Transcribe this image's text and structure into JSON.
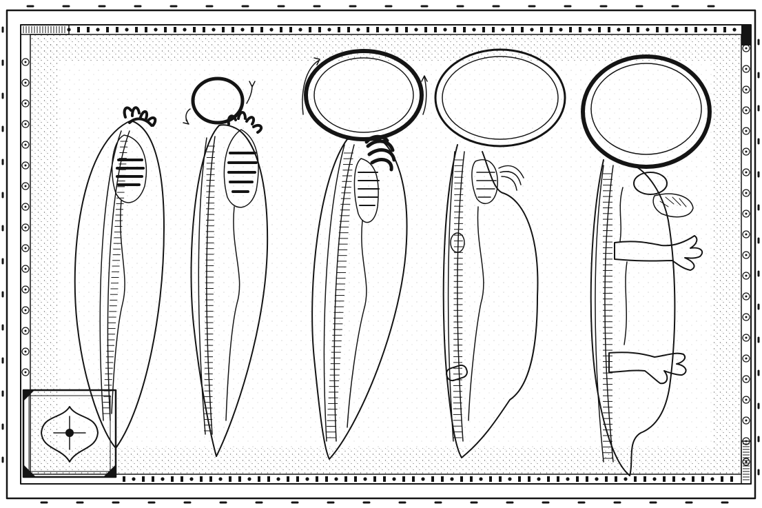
{
  "illustration": {
    "style": "black ink drawing on white",
    "colors": {
      "ink": "#141414",
      "paper": "#ffffff",
      "stipple": "#6a6a6a"
    },
    "figures": [
      {
        "id": "stage-1",
        "icon": "elongated-larva-with-tentacle-crown"
      },
      {
        "id": "stage-2",
        "icon": "larva-with-small-bubble-head"
      },
      {
        "id": "stage-3",
        "icon": "larva-with-growing-round-head"
      },
      {
        "id": "stage-4",
        "icon": "larva-with-large-round-head"
      },
      {
        "id": "stage-5",
        "icon": "creature-with-limbs-and-round-head"
      }
    ],
    "corner_ornament": "four-petal-tile-icon"
  }
}
